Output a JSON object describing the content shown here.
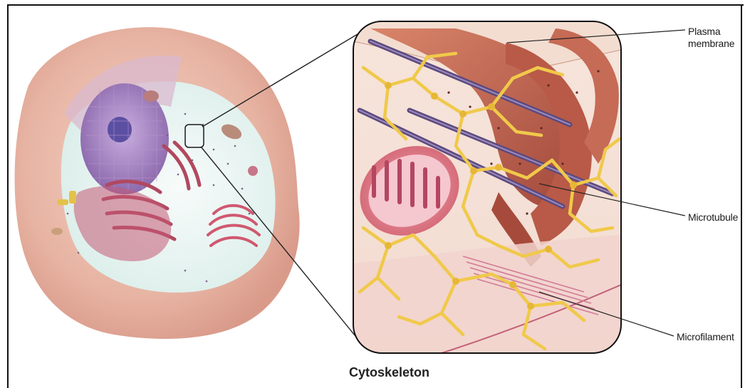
{
  "labels": {
    "plasma_line1": "Plasma",
    "plasma_line2": "membrane",
    "microtubule": "Microtubule",
    "microfilament": "Microfilament"
  },
  "caption": "Cytoskeleton",
  "colors": {
    "cell_membrane": "#e8b8a6",
    "cytoplasm": "#eef5f3",
    "nucleus": "#9a76b6",
    "er": "#c9546f",
    "actin_network": "#f2cf52",
    "microtubule": "#6d5a8e",
    "mitochondrion": "#d46a7a"
  }
}
